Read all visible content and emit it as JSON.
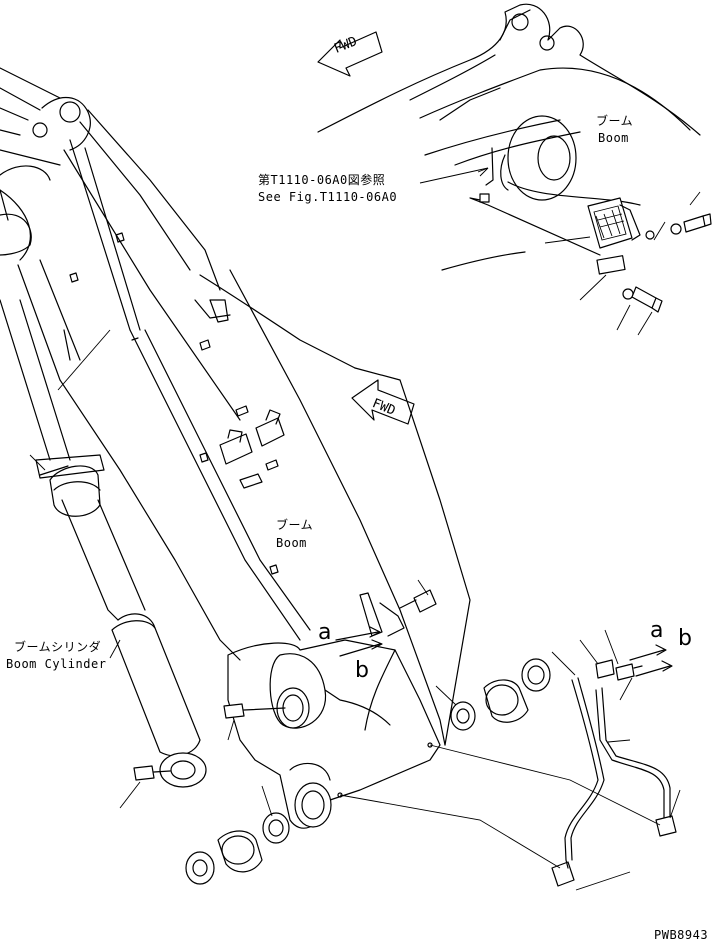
{
  "labels": {
    "boom_top_jp": "ブーム",
    "boom_top_en": "Boom",
    "see_fig_jp": "第T1110-06A0図参照",
    "see_fig_en": "See Fig.T1110-06A0",
    "fwd_top": "FWD",
    "fwd_mid": "FWD",
    "boom_mid_jp": "ブーム",
    "boom_mid_en": "Boom",
    "boom_cyl_jp": "ブームシリンダ",
    "boom_cyl_en": "Boom Cylinder",
    "conn_a_left": "a",
    "conn_b_left": "b",
    "conn_a_right": "a",
    "conn_b_right": "b",
    "drawing_number": "PWB8943"
  }
}
